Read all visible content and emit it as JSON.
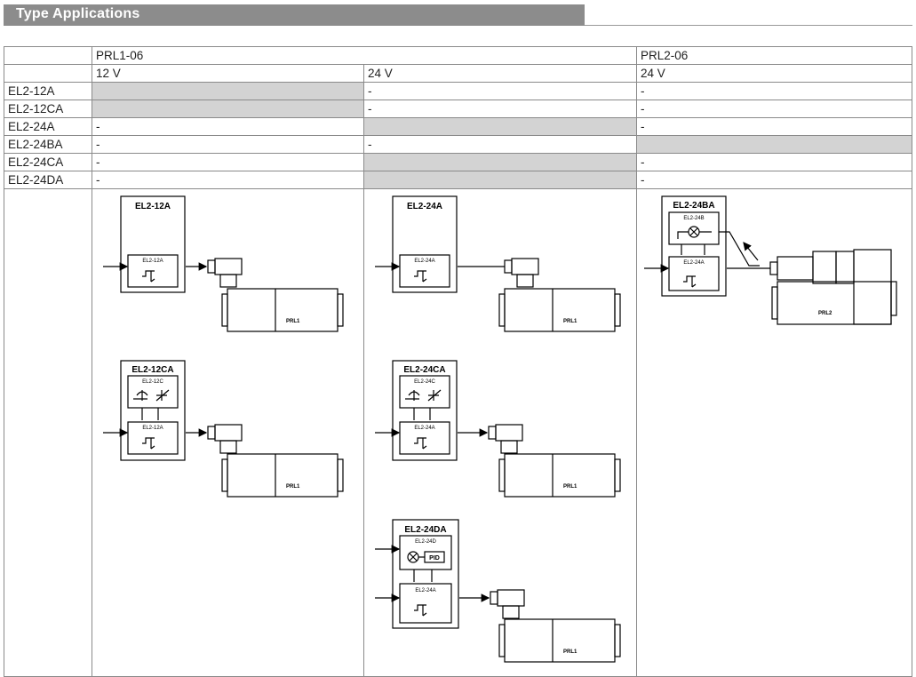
{
  "header": {
    "title": "Type Applications"
  },
  "table": {
    "groups": {
      "prl1": "PRL1-06",
      "prl2": "PRL2-06"
    },
    "voltages": {
      "c1": "12 V",
      "c2": "24 V",
      "c3": "24 V"
    },
    "rows": [
      {
        "label": "EL2-12A",
        "c1": "",
        "c2": "-",
        "c3": "-"
      },
      {
        "label": "EL2-12CA",
        "c1": "",
        "c2": "-",
        "c3": "-"
      },
      {
        "label": "EL2-24A",
        "c1": "-",
        "c2": "",
        "c3": "-"
      },
      {
        "label": "EL2-24BA",
        "c1": "-",
        "c2": "-",
        "c3": ""
      },
      {
        "label": "EL2-24CA",
        "c1": "-",
        "c2": "",
        "c3": "-"
      },
      {
        "label": "EL2-24DA",
        "c1": "-",
        "c2": "",
        "c3": "-"
      }
    ]
  },
  "diagrams": {
    "el2_12a": {
      "title": "EL2-12A",
      "module": "EL2-12A",
      "valve": "PRL1"
    },
    "el2_12ca": {
      "title": "EL2-12CA",
      "top_module": "EL2-12C",
      "module": "EL2-12A",
      "valve": "PRL1"
    },
    "el2_24a": {
      "title": "EL2-24A",
      "module": "EL2-24A",
      "valve": "PRL1"
    },
    "el2_24ca": {
      "title": "EL2-24CA",
      "top_module": "EL2-24C",
      "module": "EL2-24A",
      "valve": "PRL1"
    },
    "el2_24da": {
      "title": "EL2-24DA",
      "top_module": "EL2-24D",
      "pid": "PID",
      "module": "EL2-24A",
      "valve": "PRL1"
    },
    "el2_24ba": {
      "title": "EL2-24BA",
      "top_module": "EL2-24B",
      "module": "EL2-24A",
      "valve": "PRL2"
    }
  }
}
